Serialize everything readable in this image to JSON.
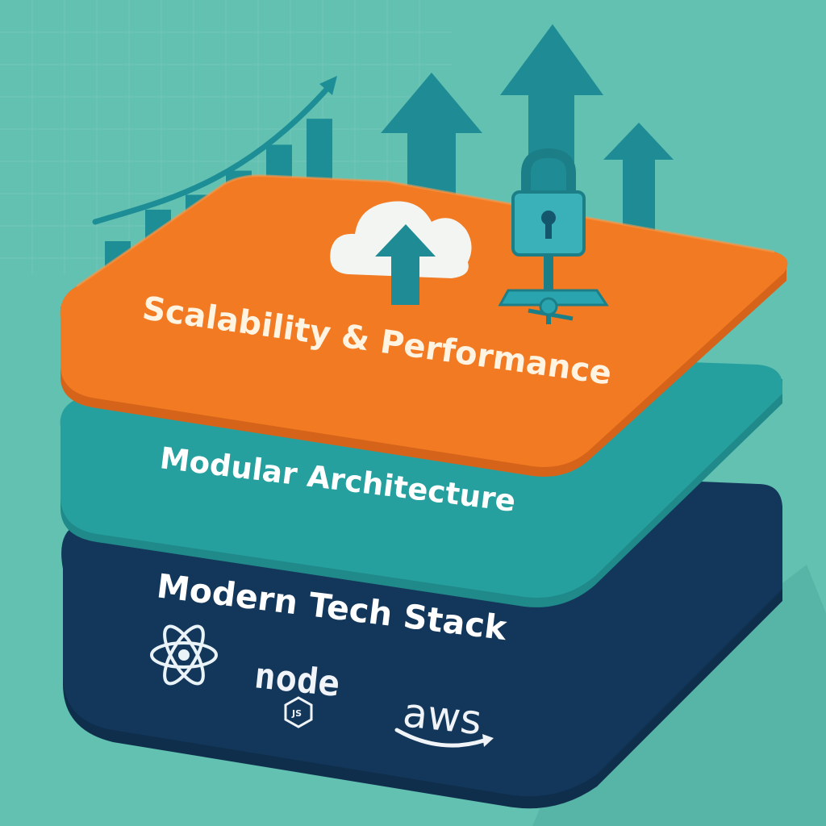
{
  "layers": {
    "top": {
      "label": "Scalability & Performance"
    },
    "middle": {
      "label": "Modular Architecture"
    },
    "bottom": {
      "label": "Modern Tech Stack",
      "logos": [
        "react",
        "node.js",
        "aws"
      ]
    }
  },
  "logo_text": {
    "node": "node",
    "js": "JS",
    "aws": "aws"
  },
  "growth_bars": [
    0.2,
    0.37,
    0.45,
    0.58,
    0.72,
    0.86
  ],
  "colors": {
    "background": "#63c1b1",
    "grid": "#7ccbbd",
    "teal_dark": "#1e8e96",
    "top_layer": "#f27a22",
    "top_layer_side": "#d5641a",
    "middle_layer": "#26a09e",
    "middle_layer_side": "#1f8a89",
    "bottom_layer": "#13375b",
    "bottom_layer_side": "#0f2e4c",
    "label_light": "#fff3e2",
    "label_white": "#ffffff"
  },
  "icons": [
    "growth-chart-icon",
    "cloud-upload-icon",
    "padlock-icon",
    "network-node-icon",
    "up-arrow-icon",
    "react-logo-icon",
    "nodejs-logo-icon",
    "aws-logo-icon"
  ]
}
